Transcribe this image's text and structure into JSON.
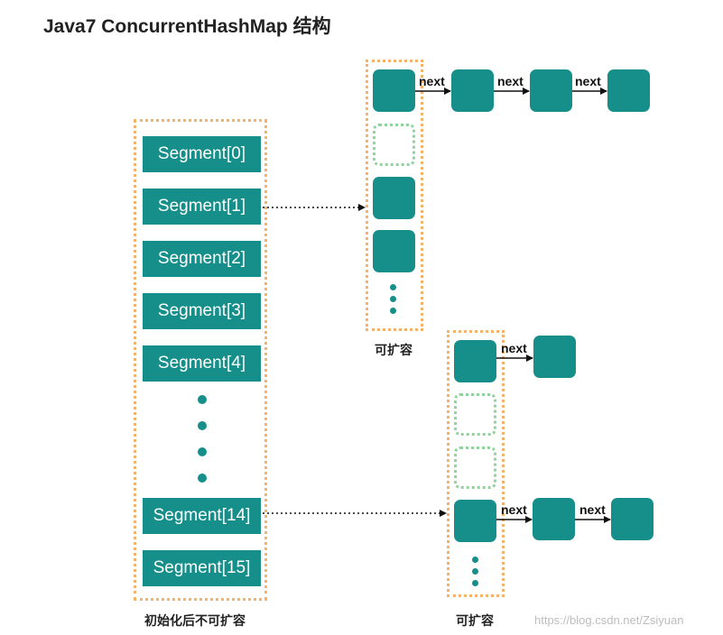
{
  "title": "Java7 ConcurrentHashMap 结构",
  "segments": [
    "Segment[0]",
    "Segment[1]",
    "Segment[2]",
    "Segment[3]",
    "Segment[4]",
    "Segment[14]",
    "Segment[15]"
  ],
  "segment_frame_caption": "初始化后不可扩容",
  "table_caption_top": "可扩容",
  "table_caption_bottom": "可扩容",
  "next_label": "next",
  "watermark": "https://blog.csdn.net/Zsiyuan",
  "colors": {
    "node": "#168f8a",
    "frame": "#f4b26b",
    "empty_slot": "#8fd39d"
  }
}
